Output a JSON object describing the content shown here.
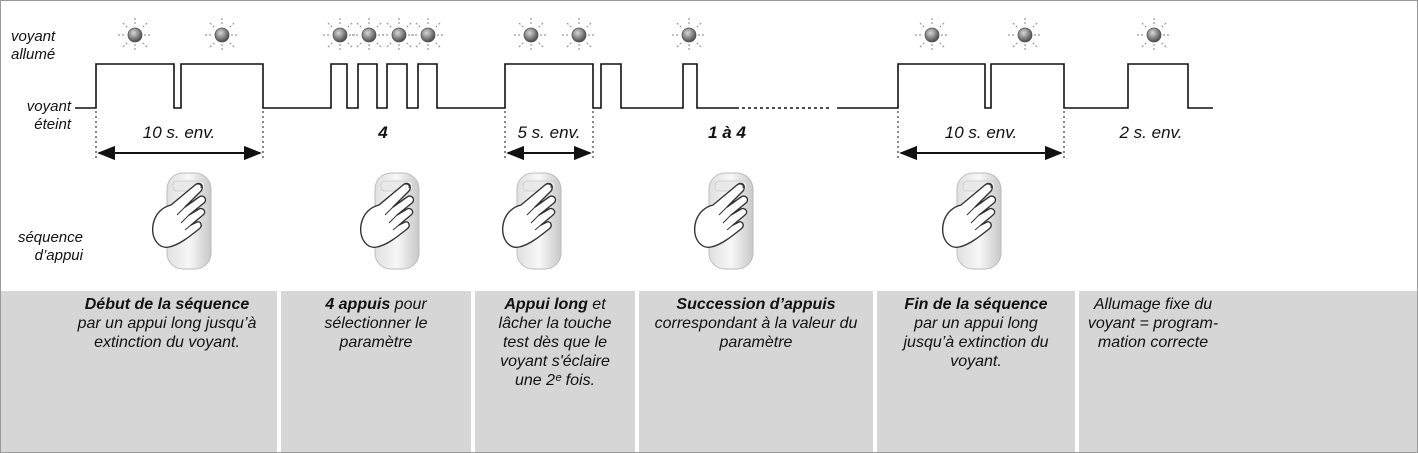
{
  "row_labels": {
    "on": [
      "voyant",
      "allumé"
    ],
    "off": [
      "voyant",
      "éteint"
    ],
    "press": [
      "séquence",
      "d’appui"
    ]
  },
  "durations": [
    {
      "text": "10 s. env.",
      "bold": false
    },
    {
      "text": "4",
      "bold": true
    },
    {
      "text": "5 s. env.",
      "bold": false
    },
    {
      "text": "1 à 4",
      "bold": true
    },
    {
      "text": "10 s. env.",
      "bold": false
    },
    {
      "text": "2 s. env.",
      "bold": false
    }
  ],
  "panels": [
    {
      "bold": "Début de la séquence",
      "rest": " par un appui long jusqu’à extinction du voyant."
    },
    {
      "bold": "4 appuis",
      "rest": " pour sélectionner le paramètre"
    },
    {
      "bold": "Appui long",
      "rest": " et lâcher la touche test dès que le voyant s'éclaire une 2ᵉ fois."
    },
    {
      "bold": "Succession d’appuis",
      "rest": " correspondant à la valeur du paramètre"
    },
    {
      "bold": "Fin de la séquence",
      "rest": " par un appui long jusqu’à extinction du voyant."
    },
    {
      "bold": "",
      "rest": "Allumage fixe du voyant = program-mation correcte"
    }
  ],
  "colors": {
    "panel": "#d6d6d6",
    "line": "#111111",
    "led": "#7a7a7a"
  },
  "icons": {
    "led": "led-glow-icon",
    "press": "finger-press-icon"
  }
}
